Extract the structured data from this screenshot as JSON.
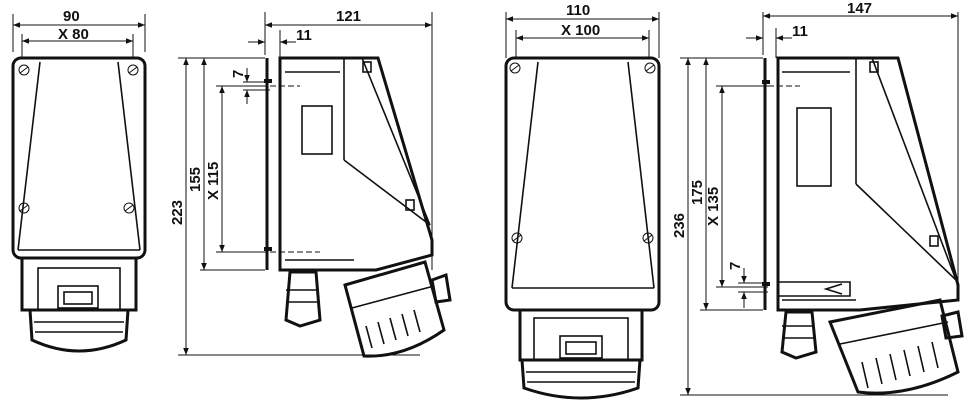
{
  "small_unit": {
    "front_view": {
      "width": "90",
      "mounting_width": "X 80"
    },
    "side_view": {
      "depth": "121",
      "offset": "11",
      "gap": "7",
      "height": "223",
      "inner_height": "155",
      "mounting_height": "X 115"
    }
  },
  "large_unit": {
    "front_view": {
      "width": "110",
      "mounting_width": "X 100"
    },
    "side_view": {
      "depth": "147",
      "offset": "11",
      "gap": "7",
      "height": "236",
      "inner_height": "175",
      "mounting_height": "X 135"
    }
  }
}
